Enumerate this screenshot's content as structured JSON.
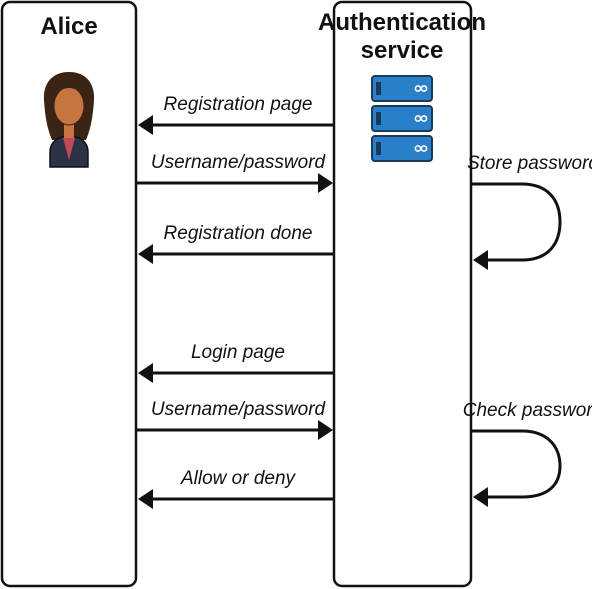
{
  "participants": {
    "alice": {
      "label": "Alice"
    },
    "auth_service": {
      "label_line1": "Authentication",
      "label_line2": "service"
    }
  },
  "messages": [
    {
      "label": "Registration page"
    },
    {
      "label": "Username/password"
    },
    {
      "label": "Registration done"
    },
    {
      "label": "Login page"
    },
    {
      "label": "Username/password"
    },
    {
      "label": "Allow or deny"
    }
  ],
  "self_messages": [
    {
      "label": "Store password"
    },
    {
      "label": "Check password"
    }
  ],
  "colors": {
    "stroke": "#111111",
    "server_blue": "#2a7fc9",
    "server_dark": "#1b3a57",
    "skin": "#c8743e",
    "hair": "#3a2414",
    "shirt": "#2b3447",
    "shirt_inner": "#c2485a"
  },
  "icons": {
    "alice": "person-icon",
    "auth_service": "server-rack-icon"
  }
}
